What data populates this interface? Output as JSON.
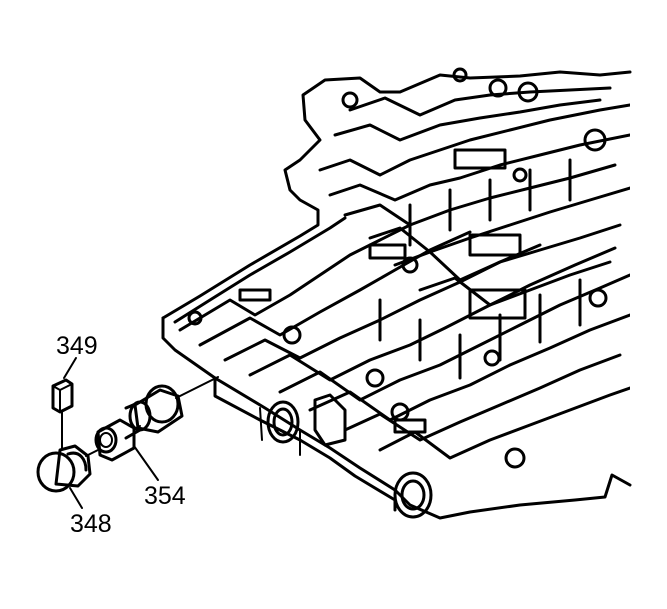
{
  "diagram": {
    "labels": {
      "part_349": "349",
      "part_348": "348",
      "part_354": "354"
    },
    "colors": {
      "line": "#000000",
      "background": "#ffffff"
    }
  }
}
